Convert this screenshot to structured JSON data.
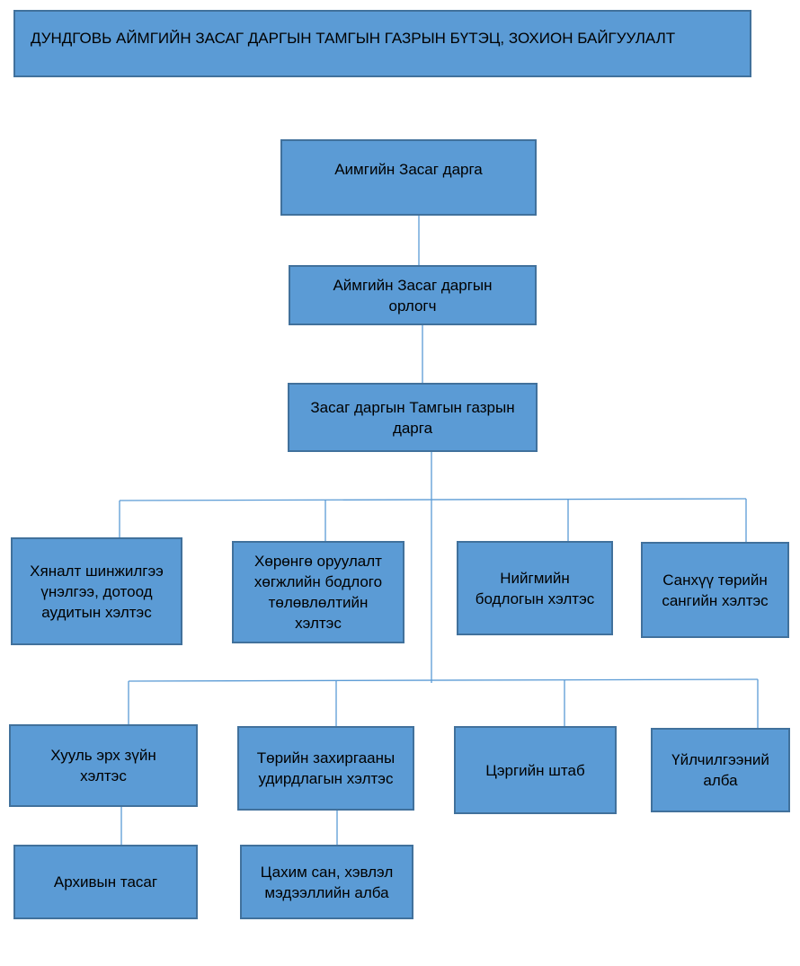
{
  "title": "ДУНДГОВЬ АЙМГИЙН ЗАСАГ ДАРГЫН ТАМГЫН ГАЗРЫН БҮТЭЦ, ЗОХИОН БАЙГУУЛАЛТ",
  "nodes": {
    "governor": "Аимгийн Засаг дарга",
    "deputy": "Аймгийн Засаг даргын орлогч",
    "office_head": "Засаг даргын Тамгын газрын дарга",
    "monitoring": "Хяналт шинжилгээ үнэлгээ, дотоод аудитын хэлтэс",
    "investment": "Хөрөнгө оруулалт хөгжлийн бодлого төлөвлөлтийн хэлтэс",
    "social": "Нийгмийн бодлогын хэлтэс",
    "finance": "Санхүү төрийн сангийн хэлтэс",
    "legal": "Хууль эрх зүйн хэлтэс",
    "admin": "Төрийн захиргааны удирдлагын хэлтэс",
    "military": "Цэргийн штаб",
    "service": "Үйлчилгээний алба",
    "archive": "Архивын тасаг",
    "digital": "Цахим сан, хэвлэл мэдээллийн алба"
  },
  "colors": {
    "box_fill": "#5b9bd5",
    "box_border": "#41719c",
    "connector": "#5b9bd5"
  }
}
